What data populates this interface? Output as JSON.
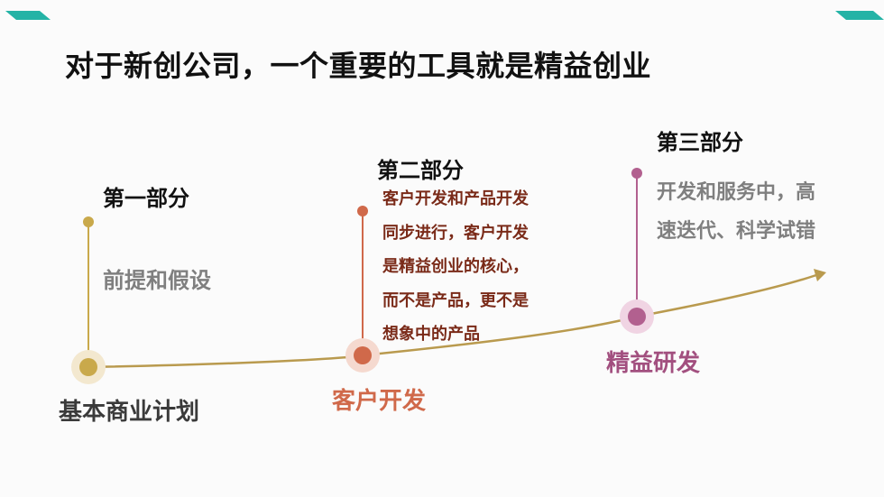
{
  "title": "对于新创公司，一个重要的工具就是精益创业",
  "colors": {
    "accent_teal": "#24b3a6",
    "stage1": "#c9a94b",
    "stage2": "#d0694a",
    "stage3": "#b2608f",
    "curve": "#b99a4e",
    "desc_red": "#7a2a18",
    "desc_grey": "#7f7f7f"
  },
  "parts": [
    {
      "heading": "第一部分",
      "stage": "基本商业计划",
      "lines": [
        "前提和假设"
      ]
    },
    {
      "heading": "第二部分",
      "stage": "客户开发",
      "lines": [
        "客户开发和产品开发",
        "同步进行，客户开发",
        "是精益创业的核心，",
        "而不是产品，更不是",
        "想象中的产品"
      ]
    },
    {
      "heading": "第三部分",
      "stage": "精益研发",
      "lines": [
        "开发和服务中，高",
        "速迭代、科学试错"
      ]
    }
  ]
}
